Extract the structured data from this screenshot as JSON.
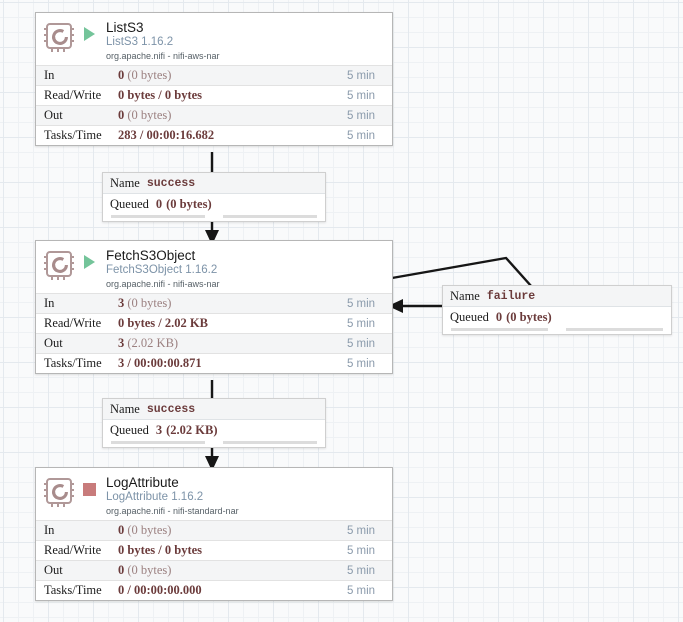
{
  "canvas": {
    "grid_color": "#e4e9ee",
    "background": "#f9fafb",
    "accent_value_color": "#6b3b3b",
    "window_color": "#8a9aab",
    "running_color": "#74c49a",
    "stopped_color": "#c87b7b"
  },
  "stat_labels": {
    "in": "In",
    "read_write": "Read/Write",
    "out": "Out",
    "tasks_time": "Tasks/Time"
  },
  "connection_labels_keys": {
    "name": "Name",
    "queued": "Queued"
  },
  "processors": [
    {
      "name": "ListS3",
      "type_version": "ListS3 1.16.2",
      "bundle": "org.apache.nifi - nifi-aws-nar",
      "state": "running",
      "state_icon": "play-triangle-icon",
      "stats": {
        "in_value": "0",
        "in_paren": "(0 bytes)",
        "in_window": "5 min",
        "read_write_value": "0 bytes / 0 bytes",
        "read_write_window": "5 min",
        "out_value": "0",
        "out_paren": "(0 bytes)",
        "out_window": "5 min",
        "tasks_time_value": "283 / 00:00:16.682",
        "tasks_time_window": "5 min"
      }
    },
    {
      "name": "FetchS3Object",
      "type_version": "FetchS3Object 1.16.2",
      "bundle": "org.apache.nifi - nifi-aws-nar",
      "state": "running",
      "state_icon": "play-triangle-icon",
      "stats": {
        "in_value": "3",
        "in_paren": "(0 bytes)",
        "in_window": "5 min",
        "read_write_value": "0 bytes / 2.02 KB",
        "read_write_window": "5 min",
        "out_value": "3",
        "out_paren": "(2.02 KB)",
        "out_window": "5 min",
        "tasks_time_value": "3 / 00:00:00.871",
        "tasks_time_window": "5 min"
      }
    },
    {
      "name": "LogAttribute",
      "type_version": "LogAttribute 1.16.2",
      "bundle": "org.apache.nifi - nifi-standard-nar",
      "state": "stopped",
      "state_icon": "stop-square-icon",
      "stats": {
        "in_value": "0",
        "in_paren": "(0 bytes)",
        "in_window": "5 min",
        "read_write_value": "0 bytes / 0 bytes",
        "read_write_window": "5 min",
        "out_value": "0",
        "out_paren": "(0 bytes)",
        "out_window": "5 min",
        "tasks_time_value": "0 / 00:00:00.000",
        "tasks_time_window": "5 min"
      }
    }
  ],
  "connections": [
    {
      "relationship": "success",
      "queued_count": "0",
      "queued_size": "(0 bytes)"
    },
    {
      "relationship": "failure",
      "queued_count": "0",
      "queued_size": "(0 bytes)"
    },
    {
      "relationship": "success",
      "queued_count": "3",
      "queued_size": "(2.02 KB)"
    }
  ]
}
